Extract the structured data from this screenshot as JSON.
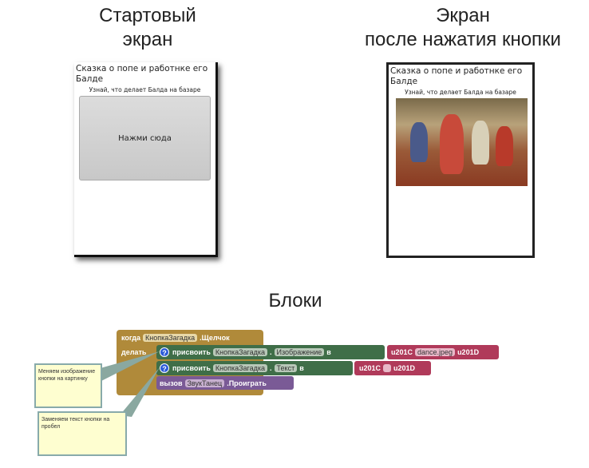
{
  "captions": {
    "start": "Стартовый экран",
    "after_line1": "Экран",
    "after_line2": "после нажатия кнопки",
    "blocks": "Блоки"
  },
  "start_screen": {
    "title": "Сказка о попе и работнке его Балде",
    "subtitle": "Узнай, что делает Балда  на базаре",
    "button": "Нажми сюда"
  },
  "after_screen": {
    "title": "Сказка о попе и работнке его Балде",
    "subtitle": "Узнай, что делает Балда  на базаре"
  },
  "blocks": {
    "when": "когда",
    "component": "КнопкаЗагадка",
    "event": ".Щелчок",
    "do": "делать",
    "set1": {
      "verb": "присвоить",
      "component": "КнопкаЗагадка",
      "dot": ".",
      "prop": "Изображение",
      "to": "в",
      "open": "u201C",
      "value": "dance.jpeg",
      "close": "u201D"
    },
    "set2": {
      "verb": "присвоить",
      "component": "КнопкаЗагадка",
      "dot": ".",
      "prop": "Текст",
      "to": "в",
      "open": "u201C",
      "close": "u201D"
    },
    "call": {
      "verb": "вызов",
      "component": "ЗвукТанец",
      "method": ".Проиграть"
    }
  },
  "comments": [
    "Меняем  изображение кнопки на картинку",
    "Заменяем текст кнопки на пробел"
  ],
  "colors": {
    "event": "#b08a3a",
    "set": "#3f6e48",
    "call": "#7a5a96",
    "text": "#b03a5a"
  }
}
